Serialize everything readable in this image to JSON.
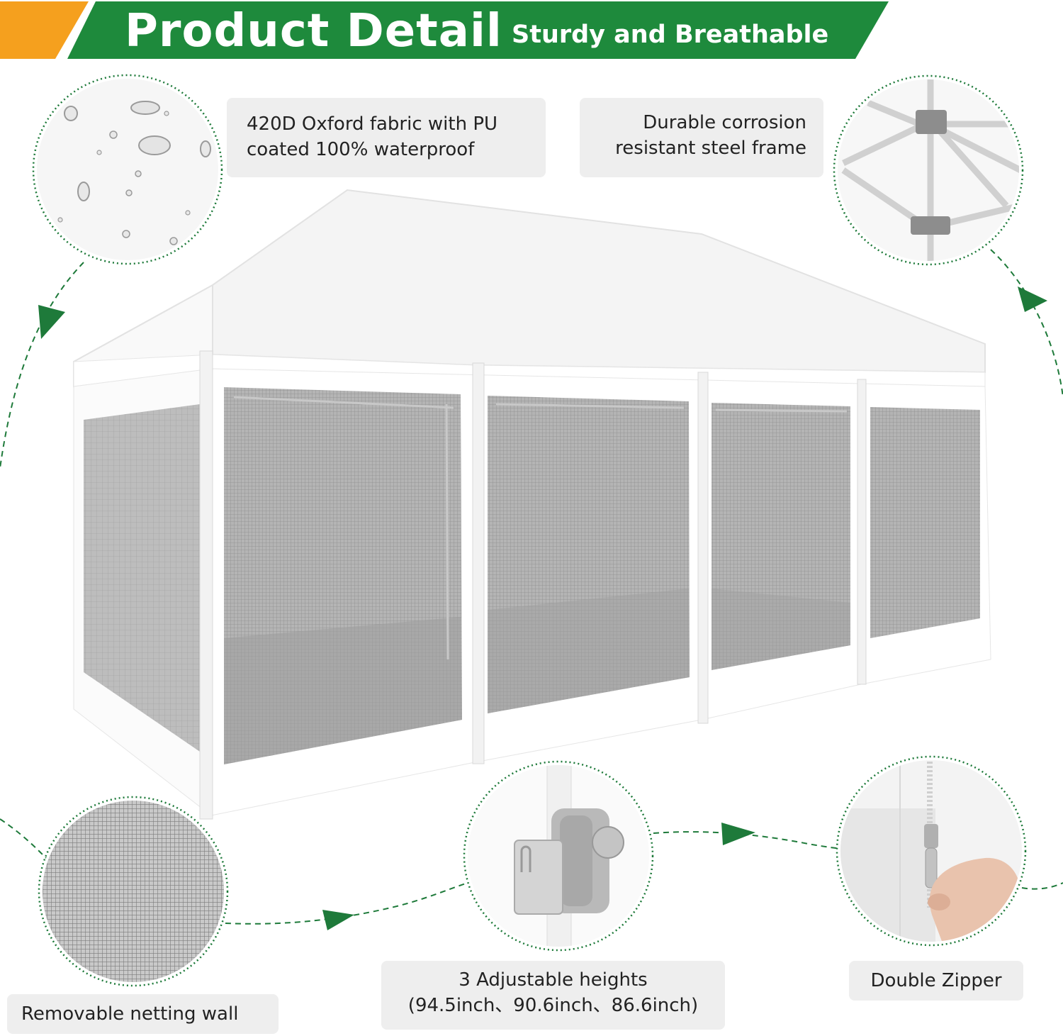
{
  "banner": {
    "title": "Product Detail",
    "subtitle": "Sturdy and Breathable",
    "green": "#1e8a3c",
    "orange": "#f5a01e"
  },
  "features": {
    "fabric": {
      "line1": "420D Oxford fabric with PU",
      "line2": "coated 100% waterproof",
      "icon": "water-drops-icon"
    },
    "frame": {
      "line1": "Durable corrosion",
      "line2": "resistant steel frame",
      "icon": "steel-frame-icon"
    },
    "netting": {
      "label": "Removable netting wall",
      "icon": "mesh-icon"
    },
    "heights": {
      "line1": "3 Adjustable heights",
      "line2": "(94.5inch、90.6inch、86.6inch)",
      "icon": "height-lock-icon"
    },
    "zipper": {
      "label": "Double Zipper",
      "icon": "zipper-icon"
    }
  },
  "colors": {
    "arrow": "#1e7a3a",
    "label_bg": "#eeeeee",
    "mesh": "#a9a9a9"
  }
}
